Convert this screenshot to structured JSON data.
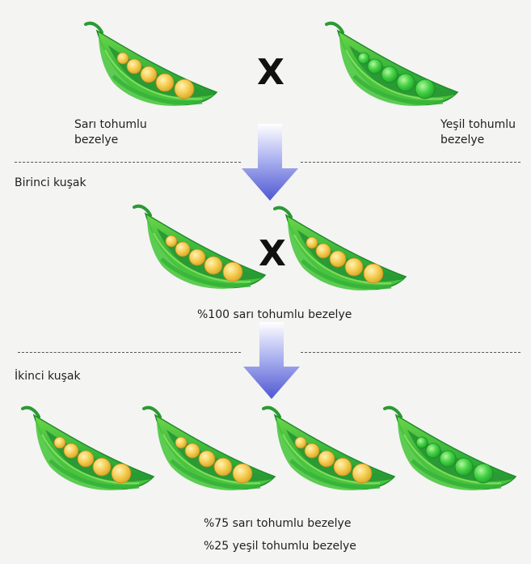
{
  "parents": {
    "cross_symbol": "X",
    "left_label_line1": "Sarı tohumlu",
    "left_label_line2": "bezelye",
    "right_label_line1": "Yeşil tohumlu",
    "right_label_line2": "bezelye"
  },
  "first_generation": {
    "heading": "Birinci kuşak",
    "cross_symbol": "X",
    "result": "%100 sarı tohumlu bezelye"
  },
  "second_generation": {
    "heading": "İkinci kuşak",
    "result_yellow": "%75 sarı tohumlu bezelye",
    "result_green": "%25 yeşil tohumlu bezelye"
  },
  "colors": {
    "pod_green": "#38b53a",
    "yellow_seed": "#f0c64a",
    "green_seed": "#45d245",
    "arrow": "#5b63d6",
    "background": "#f4f4f2"
  }
}
